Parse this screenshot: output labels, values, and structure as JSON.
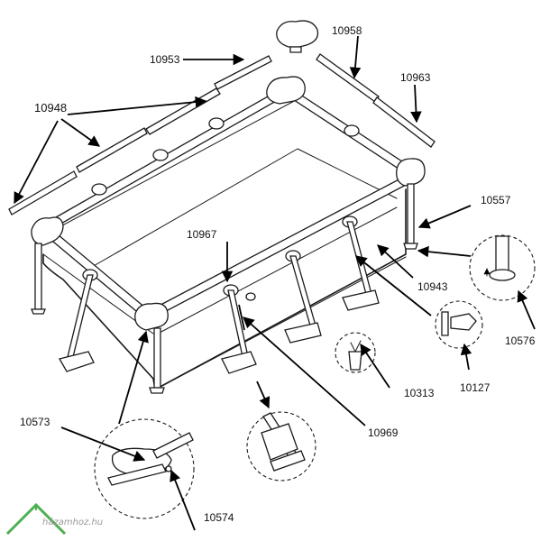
{
  "parts": {
    "p10953": "10953",
    "p10958": "10958",
    "p10963": "10963",
    "p10948": "10948",
    "p10557": "10557",
    "p10967": "10967",
    "p10943": "10943",
    "p10576": "10576",
    "p10313": "10313",
    "p10127": "10127",
    "p10573": "10573",
    "p10969": "10969",
    "p10574": "10574"
  },
  "watermark": {
    "text": "házamhoz.hu",
    "color": "#4caf50"
  },
  "colors": {
    "line": "#1a1a1a",
    "background": "#ffffff"
  }
}
